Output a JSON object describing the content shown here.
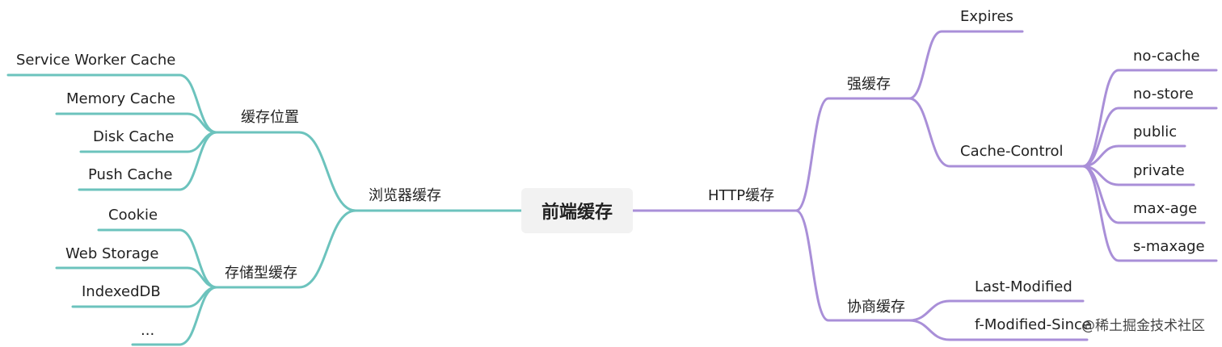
{
  "root": {
    "label": "前端缓存"
  },
  "colors": {
    "left_branch": "#6cc3bd",
    "right_branch": "#a98fd8"
  },
  "left": {
    "browser_cache": {
      "label": "浏览器缓存",
      "cache_location": {
        "label": "缓存位置",
        "children": [
          "Service Worker Cache",
          "Memory Cache",
          "Disk Cache",
          "Push Cache"
        ]
      },
      "storage_cache": {
        "label": "存储型缓存",
        "children": [
          "Cookie",
          "Web Storage",
          "IndexedDB",
          "..."
        ]
      }
    }
  },
  "right": {
    "http_cache": {
      "label": "HTTP缓存",
      "strong_cache": {
        "label": "强缓存",
        "expires": "Expires",
        "cache_control": {
          "label": "Cache-Control",
          "children": [
            "no-cache",
            "no-store",
            "public",
            "private",
            "max-age",
            "s-maxage"
          ]
        }
      },
      "negotiated_cache": {
        "label": "协商缓存",
        "children": [
          "Last-Modified",
          "f-Modified-Since"
        ]
      }
    }
  },
  "watermark": "@稀土掘金技术社区"
}
